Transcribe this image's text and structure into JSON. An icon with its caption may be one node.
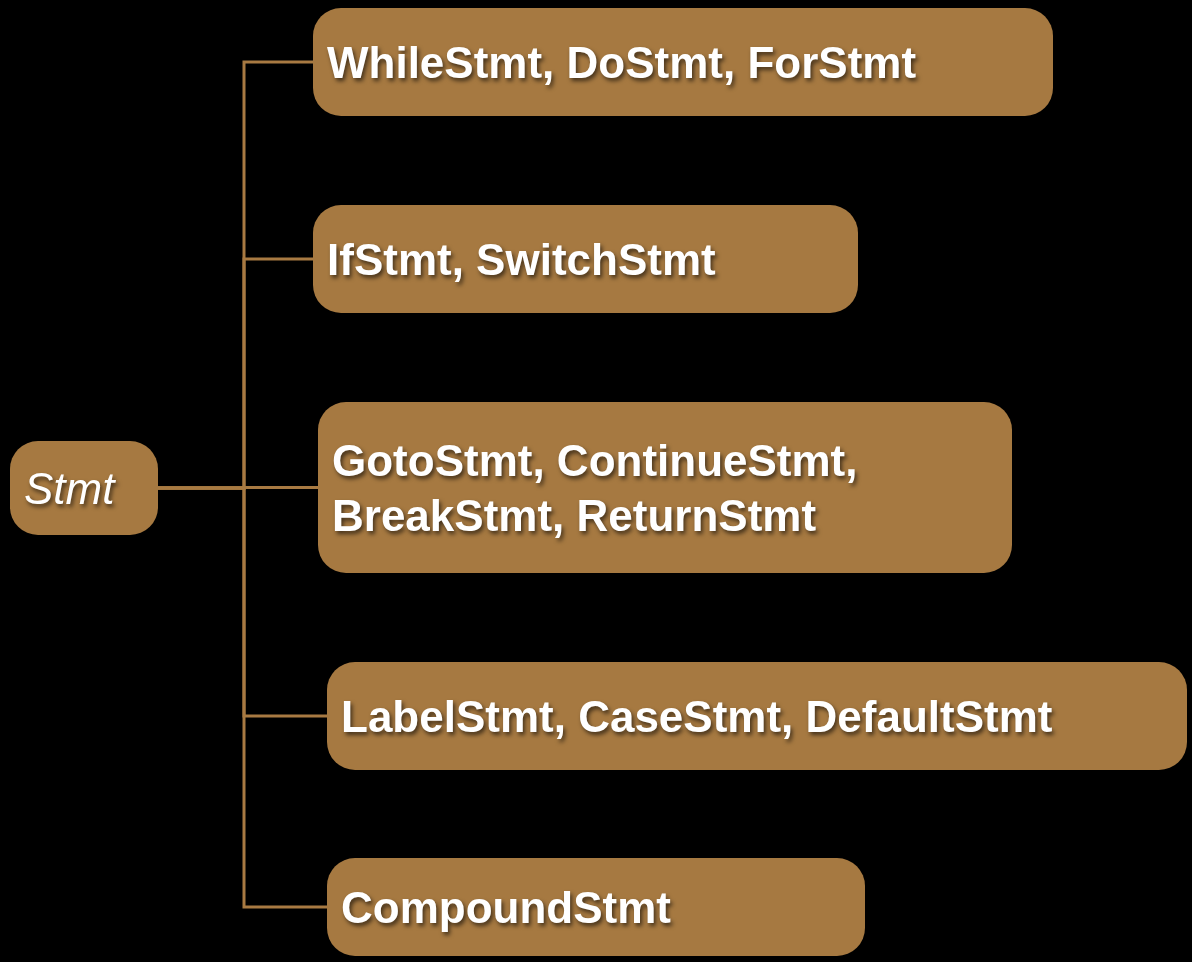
{
  "diagram": {
    "nodes": [
      {
        "text": [
          "Stmt"
        ]
      },
      {
        "text": [
          "WhileStmt, DoStmt, ForStmt"
        ]
      },
      {
        "text": [
          "IfStmt, SwitchStmt"
        ]
      },
      {
        "text": [
          "GotoStmt, ContinueStmt, BreakStmt, ReturnStmt"
        ]
      },
      {
        "text": [
          "LabelStmt, CaseStmt, DefaultStmt"
        ]
      },
      {
        "text": [
          "CompoundStmt"
        ]
      }
    ],
    "edges": [
      {
        "from": 0,
        "to": 1,
        "arrow": "none"
      },
      {
        "from": 0,
        "to": 2,
        "arrow": "none"
      },
      {
        "from": 0,
        "to": 3,
        "arrow": "none"
      },
      {
        "from": 0,
        "to": 4,
        "arrow": "none"
      },
      {
        "from": 0,
        "to": 5,
        "arrow": "none"
      }
    ]
  }
}
